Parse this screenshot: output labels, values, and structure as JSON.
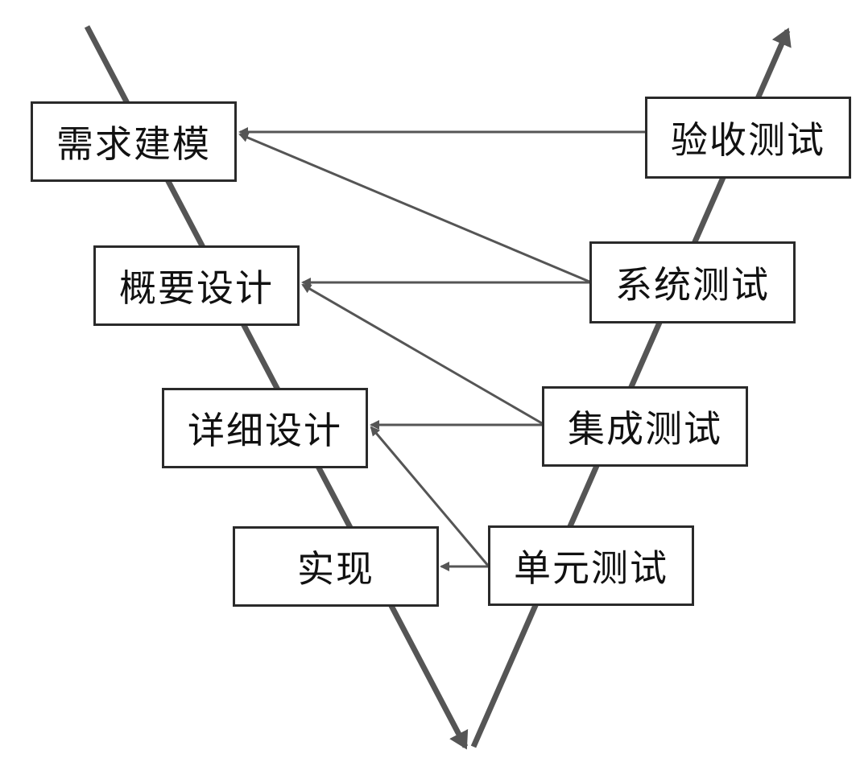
{
  "diagram": {
    "colors": {
      "line": "#555555",
      "box_border": "#2a2a2a",
      "text": "#111111",
      "background": "#ffffff"
    },
    "left_branch": [
      {
        "id": "requirements",
        "label": "需求建模"
      },
      {
        "id": "outline",
        "label": "概要设计"
      },
      {
        "id": "detail",
        "label": "详细设计"
      },
      {
        "id": "impl",
        "label": "实现"
      }
    ],
    "right_branch": [
      {
        "id": "acceptance",
        "label": "验收测试"
      },
      {
        "id": "system",
        "label": "系统测试"
      },
      {
        "id": "integration",
        "label": "集成测试"
      },
      {
        "id": "unit",
        "label": "单元测试"
      }
    ],
    "relations": [
      {
        "from": "acceptance",
        "to": "requirements"
      },
      {
        "from": "system",
        "to": "requirements"
      },
      {
        "from": "system",
        "to": "outline"
      },
      {
        "from": "integration",
        "to": "outline"
      },
      {
        "from": "integration",
        "to": "detail"
      },
      {
        "from": "unit",
        "to": "detail"
      },
      {
        "from": "unit",
        "to": "impl"
      }
    ]
  }
}
